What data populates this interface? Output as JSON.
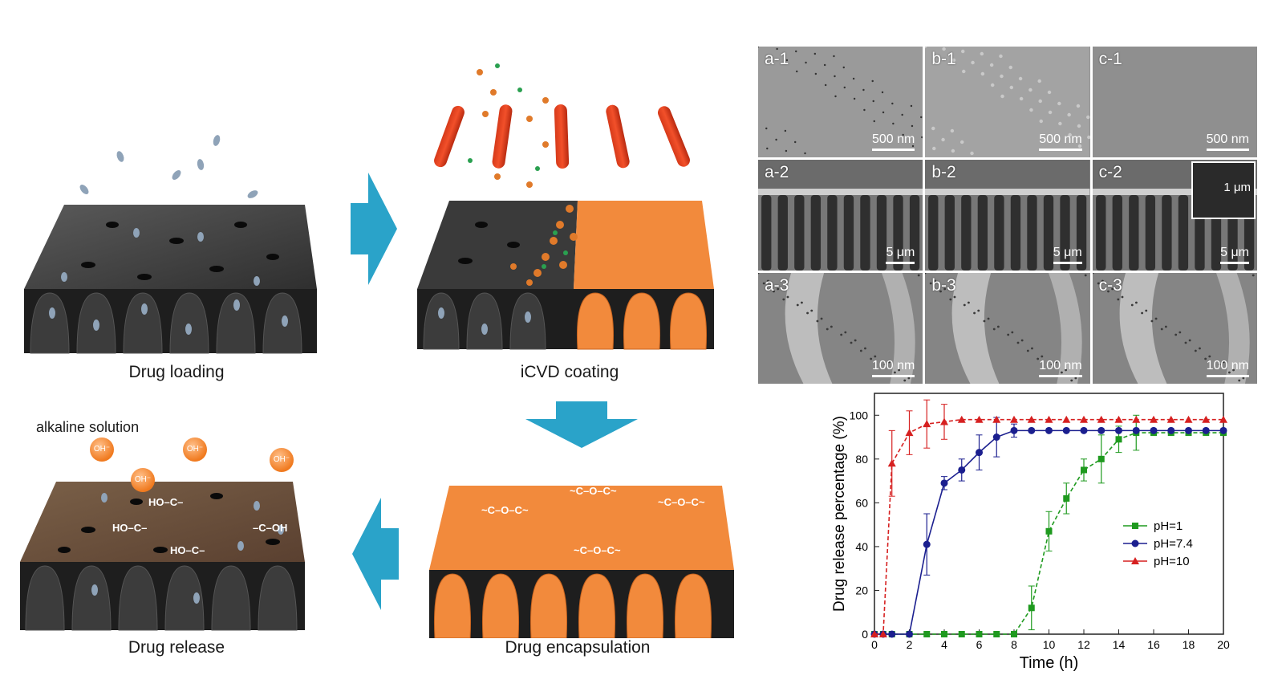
{
  "stages": {
    "loading_label": "Drug loading",
    "coating_label": "iCVD coating",
    "encapsulation_label": "Drug encapsulation",
    "release_label": "Drug release",
    "alkaline_label": "alkaline solution",
    "oh_label": "OH⁻"
  },
  "chem_groups": {
    "carboxyl_left": "HO–C–",
    "carboxyl_right": "–C–OH",
    "anhydride": "~C–O–C~"
  },
  "sem": {
    "panels": [
      {
        "tag": "a-1",
        "scale": "500 nm",
        "kind": "surface"
      },
      {
        "tag": "b-1",
        "scale": "500 nm",
        "kind": "surface-rough"
      },
      {
        "tag": "c-1",
        "scale": "500 nm",
        "kind": "smooth"
      },
      {
        "tag": "a-2",
        "scale": "5 μm",
        "kind": "cross"
      },
      {
        "tag": "b-2",
        "scale": "5 μm",
        "kind": "cross"
      },
      {
        "tag": "c-2",
        "scale": "5 μm",
        "kind": "cross",
        "inset": "1 μm"
      },
      {
        "tag": "a-3",
        "scale": "100 nm",
        "kind": "pore"
      },
      {
        "tag": "b-3",
        "scale": "100 nm",
        "kind": "pore"
      },
      {
        "tag": "c-3",
        "scale": "100 nm",
        "kind": "pore"
      }
    ]
  },
  "colors": {
    "arrow": "#2aa3c9",
    "orange": "#f28a3c",
    "membrane_dark": "#3a3a3a",
    "drug": "#7f94a8"
  },
  "chart_data": {
    "type": "line",
    "xlabel": "Time (h)",
    "ylabel": "Drug release percentage (%)",
    "xlim": [
      0,
      20
    ],
    "ylim": [
      0,
      110
    ],
    "xticks": [
      0,
      2,
      4,
      6,
      8,
      10,
      12,
      14,
      16,
      18,
      20
    ],
    "yticks": [
      0,
      20,
      40,
      60,
      80,
      100
    ],
    "legend_position": "lower-right",
    "series": [
      {
        "name": "pH=1",
        "color": "#1f9a1f",
        "marker": "square",
        "x": [
          0,
          0.5,
          1,
          2,
          3,
          4,
          5,
          6,
          7,
          8,
          9,
          10,
          11,
          12,
          13,
          14,
          15,
          16,
          17,
          18,
          19,
          20
        ],
        "y": [
          0,
          0,
          0,
          0,
          0,
          0,
          0,
          0,
          0,
          0,
          12,
          47,
          62,
          75,
          80,
          89,
          92,
          92,
          92,
          92,
          92,
          92
        ],
        "err": [
          0,
          0,
          0,
          0,
          0,
          0,
          0,
          0,
          0,
          0,
          10,
          9,
          7,
          5,
          11,
          6,
          8,
          0,
          0,
          0,
          0,
          0
        ]
      },
      {
        "name": "pH=7.4",
        "color": "#1b1f8f",
        "marker": "circle",
        "x": [
          0,
          0.5,
          1,
          2,
          3,
          4,
          5,
          6,
          7,
          8,
          9,
          10,
          11,
          12,
          13,
          14,
          15,
          16,
          17,
          18,
          19,
          20
        ],
        "y": [
          0,
          0,
          0,
          0,
          41,
          69,
          75,
          83,
          90,
          93,
          93,
          93,
          93,
          93,
          93,
          93,
          93,
          93,
          93,
          93,
          93,
          93
        ],
        "err": [
          0,
          0,
          0,
          0,
          14,
          3,
          5,
          8,
          9,
          3,
          0,
          0,
          0,
          0,
          0,
          0,
          0,
          0,
          0,
          0,
          0,
          0
        ]
      },
      {
        "name": "pH=10",
        "color": "#d62020",
        "marker": "triangle",
        "x": [
          0,
          0.5,
          1,
          2,
          3,
          4,
          5,
          6,
          7,
          8,
          9,
          10,
          11,
          12,
          13,
          14,
          15,
          16,
          17,
          18,
          19,
          20
        ],
        "y": [
          0,
          0,
          78,
          92,
          96,
          97,
          98,
          98,
          98,
          98,
          98,
          98,
          98,
          98,
          98,
          98,
          98,
          98,
          98,
          98,
          98,
          98
        ],
        "err": [
          0,
          0,
          15,
          10,
          11,
          8,
          0,
          0,
          0,
          0,
          0,
          0,
          0,
          0,
          0,
          0,
          0,
          0,
          0,
          0,
          0,
          0
        ]
      }
    ]
  }
}
